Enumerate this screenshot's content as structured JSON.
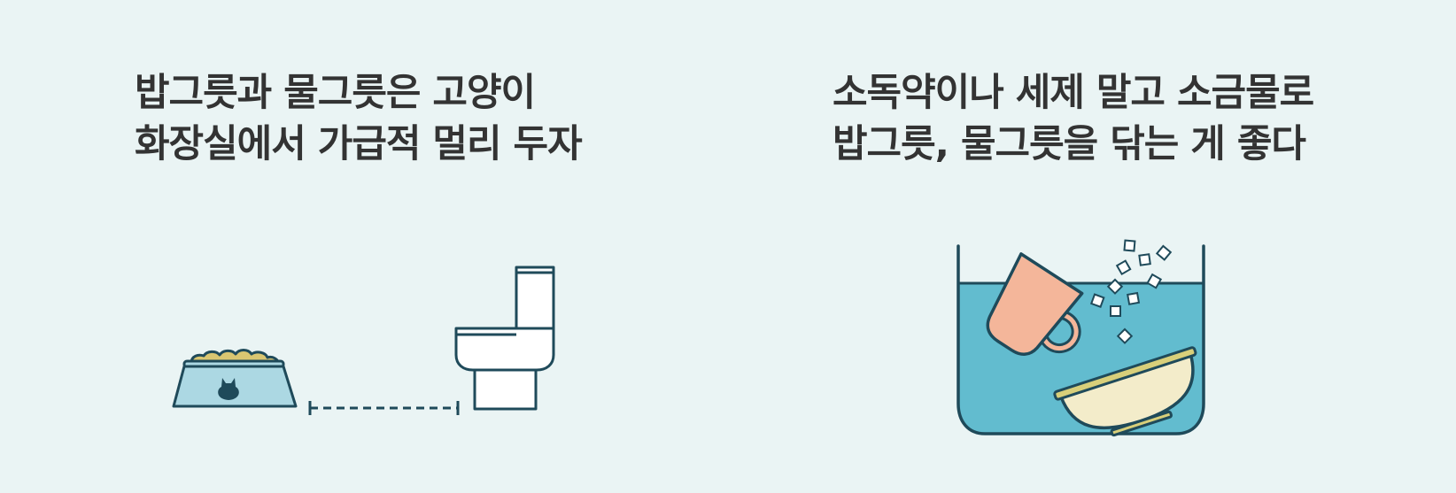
{
  "tips": [
    {
      "lines": [
        "밥그릇과 물그릇은 고양이",
        "화장실에서 가급적 멀리 두자"
      ],
      "illustration": "cat-bowl-distance-from-litter-toilet"
    },
    {
      "lines": [
        "소독약이나 세제 말고 소금물로",
        "밥그릇, 물그릇을 닦는 게 좋다"
      ],
      "illustration": "bowls-soaking-in-salt-water"
    }
  ],
  "colors": {
    "background": "#eaf4f4",
    "text": "#333333",
    "outline": "#1f4a5a",
    "water": "#62bccf",
    "bowl_fill": "#acd8e3",
    "kibble": "#d9c671",
    "cup": "#f4b69a",
    "dish": "#f3ecca",
    "dish_rim": "#d8cf7a",
    "toilet": "#ffffff"
  }
}
